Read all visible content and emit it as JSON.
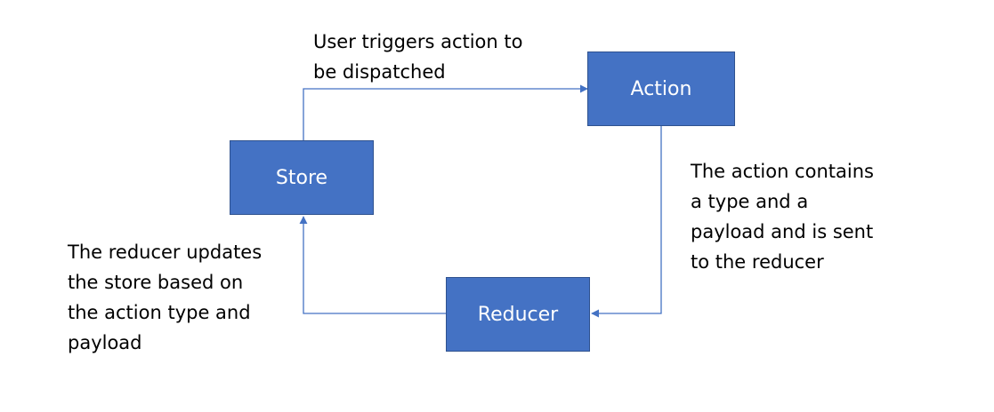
{
  "colors": {
    "box_fill": "#4472c4",
    "box_border": "#2f528f",
    "connector": "#4472c4",
    "text_on_box": "#ffffff",
    "text": "#000000"
  },
  "nodes": {
    "store": "Store",
    "action": "Action",
    "reducer": "Reducer"
  },
  "edges": [
    {
      "from": "store",
      "to": "action",
      "label": "User triggers action to\nbe dispatched"
    },
    {
      "from": "action",
      "to": "reducer",
      "label": "The action contains\na type and a\npayload and is sent\nto the reducer"
    },
    {
      "from": "reducer",
      "to": "store",
      "label": "The reducer updates\nthe store based on\nthe action type and\npayload"
    }
  ]
}
